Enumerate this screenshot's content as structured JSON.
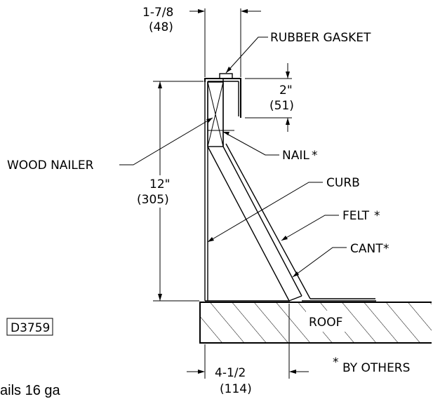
{
  "dims": {
    "top_width": "1-7/8",
    "top_width_mm": "(48)",
    "lip": "2\"",
    "lip_mm": "(51)",
    "height": "12\"",
    "height_mm": "(305)",
    "base": "4-1/2",
    "base_mm": "(114)"
  },
  "labels": {
    "rubber_gasket": "RUBBER GASKET",
    "wood_nailer": "WOOD NAILER",
    "nail": "NAIL",
    "curb": "CURB",
    "felt": "FELT",
    "cant": "CANT",
    "roof": "ROOF",
    "by_others": "BY OTHERS",
    "asterisk": "*"
  },
  "code_box": "D3759",
  "caption": "ails 16 ga"
}
